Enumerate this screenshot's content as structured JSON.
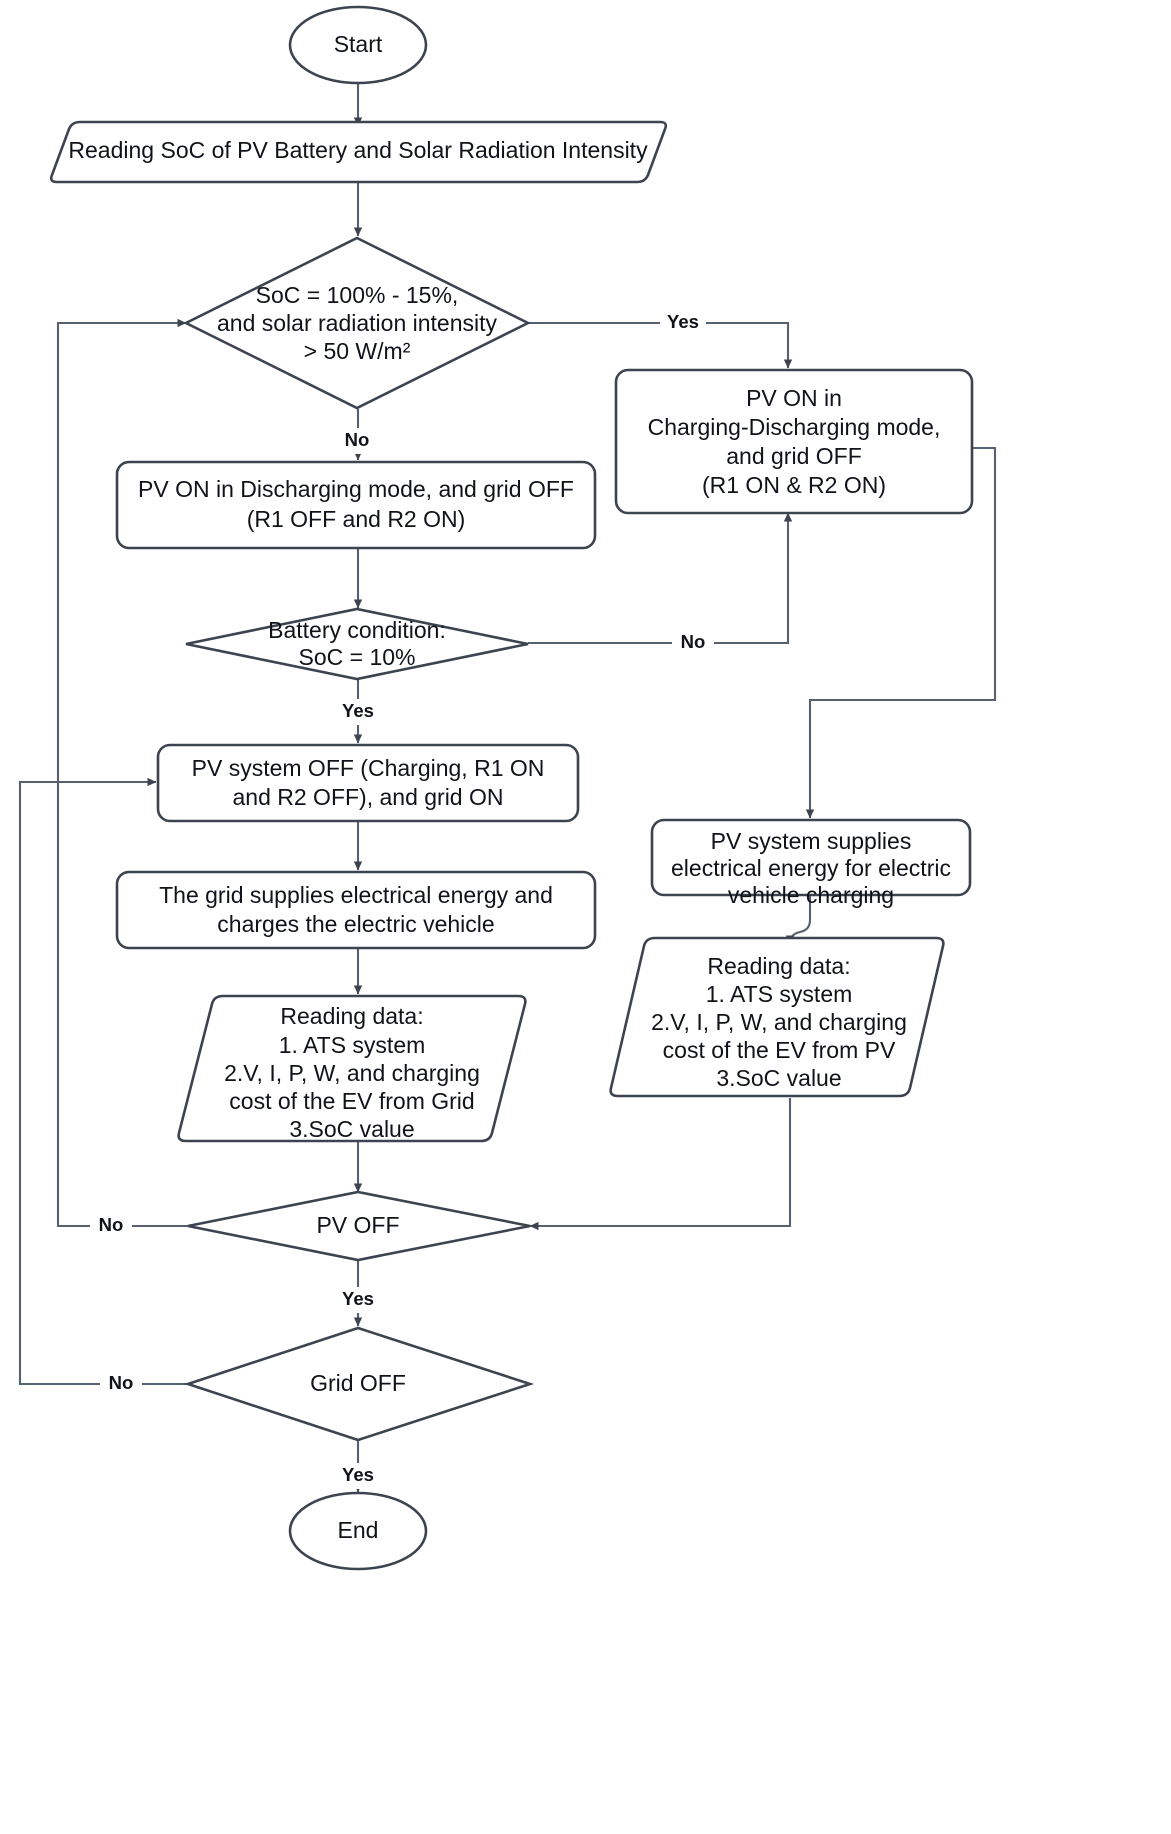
{
  "diagram": {
    "title": "PV-Grid EV charging control flowchart",
    "colors": {
      "stroke": "#3d4450",
      "connector": "#57606e",
      "background": "#ffffff",
      "text": "#10131a"
    },
    "nodes": {
      "start": {
        "label": "Start",
        "shape": "ellipse"
      },
      "reading_input": {
        "label": "Reading SoC of PV Battery and Solar Radiation Intensity",
        "shape": "parallelogram"
      },
      "decision_soc_solar": {
        "shape": "diamond",
        "lines": [
          "SoC = 100% - 15%,",
          "and solar radiation intensity",
          "> 50 W/m²"
        ]
      },
      "pv_charging_discharging": {
        "shape": "process",
        "lines": [
          "PV ON in",
          "Charging-Discharging mode,",
          "and grid OFF",
          "(R1 ON & R2 ON)"
        ]
      },
      "pv_discharging": {
        "shape": "process",
        "lines": [
          "PV ON in Discharging mode, and grid OFF",
          "(R1 OFF and R2 ON)"
        ]
      },
      "decision_battery": {
        "shape": "diamond",
        "lines": [
          "Battery condition:",
          "SoC = 10%"
        ]
      },
      "pv_system_off": {
        "shape": "process",
        "lines": [
          "PV system OFF (Charging, R1 ON",
          "and R2 OFF), and grid ON"
        ]
      },
      "grid_supplies": {
        "shape": "process",
        "lines": [
          "The grid supplies electrical energy and",
          "charges the electric vehicle"
        ]
      },
      "pv_supplies": {
        "shape": "process",
        "lines": [
          "PV system supplies",
          "electrical energy for electric",
          "vehicle charging"
        ]
      },
      "reading_grid": {
        "shape": "parallelogram",
        "lines": [
          "Reading data:",
          "1. ATS system",
          "2.V, I, P, W, and charging",
          "cost of the EV from Grid",
          "3.SoC value"
        ]
      },
      "reading_pv": {
        "shape": "parallelogram",
        "lines": [
          "Reading data:",
          "1. ATS system",
          "2.V, I, P, W, and charging",
          "cost of the EV from PV",
          "3.SoC value"
        ]
      },
      "decision_pv_off": {
        "shape": "diamond",
        "lines": [
          "PV OFF"
        ]
      },
      "decision_grid_off": {
        "shape": "diamond",
        "lines": [
          "Grid OFF"
        ]
      },
      "end": {
        "label": "End",
        "shape": "ellipse"
      }
    },
    "edge_labels": {
      "soc_yes": "Yes",
      "soc_no": "No",
      "battery_no": "No",
      "battery_yes": "Yes",
      "pv_off_no": "No",
      "pv_off_yes": "Yes",
      "grid_off_no": "No",
      "grid_off_yes": "Yes"
    }
  }
}
